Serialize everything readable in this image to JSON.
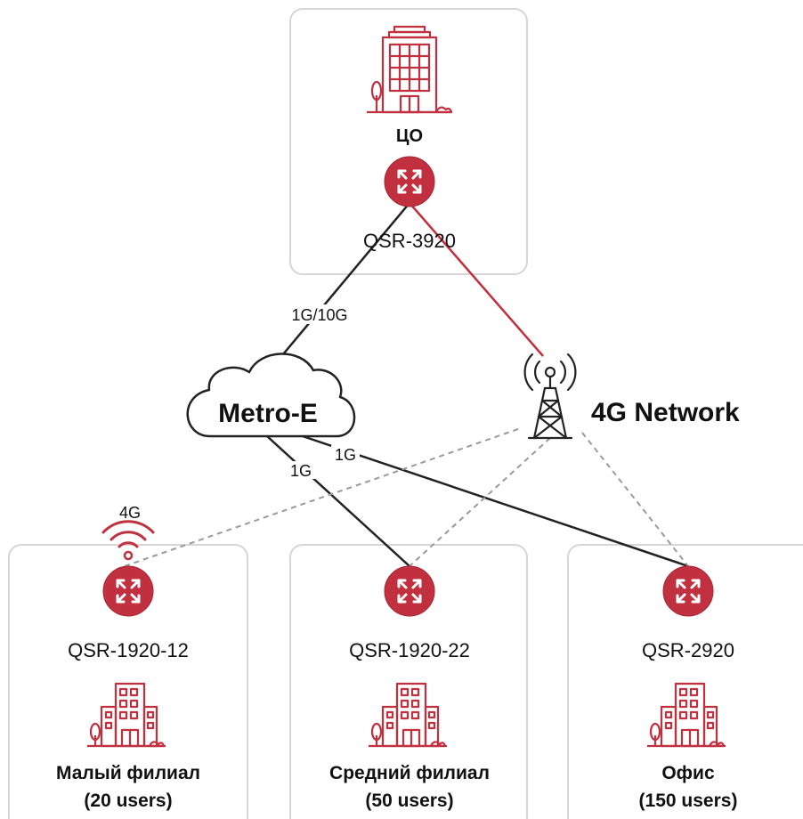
{
  "colors": {
    "accent": "#c0303e",
    "panel_border": "#d6d6d6",
    "line_dark": "#222222",
    "line_dashed": "#9a9a9a",
    "text": "#111111"
  },
  "hq": {
    "label": "ЦО",
    "router_model": "QSR-3920",
    "icon": "office-building-icon"
  },
  "metro": {
    "label": "Metro-E",
    "icon": "cloud-icon"
  },
  "lte": {
    "label": "4G Network",
    "icon": "cell-tower-icon"
  },
  "links": {
    "hq_metro": "1G/10G",
    "metro_mid": "1G",
    "metro_office": "1G",
    "small_wireless": "4G"
  },
  "sites": [
    {
      "router_model": "QSR-1920-12",
      "name": "Малый филиал",
      "users": "(20 users)",
      "icon": "branch-building-icon"
    },
    {
      "router_model": "QSR-1920-22",
      "name": "Средний филиал",
      "users": "(50 users)",
      "icon": "branch-building-icon"
    },
    {
      "router_model": "QSR-2920",
      "name": "Офис",
      "users": "(150 users)",
      "icon": "branch-building-icon"
    }
  ]
}
